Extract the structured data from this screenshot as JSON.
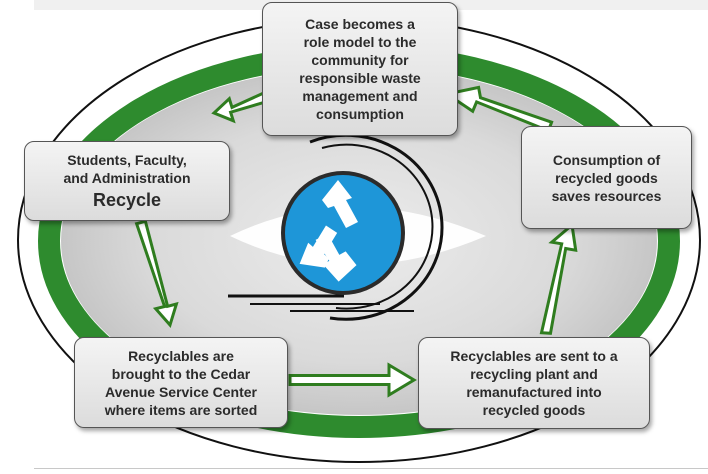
{
  "steps": {
    "top": {
      "lines": [
        "Case becomes a",
        "role model to the",
        "community for",
        "responsible waste",
        "management and",
        "consumption"
      ]
    },
    "left": {
      "lines": [
        "Students, Faculty,",
        "and Administration"
      ],
      "emphasis": "Recycle"
    },
    "right": {
      "lines": [
        "Consumption of",
        "recycled goods",
        "saves resources"
      ]
    },
    "bottom_left": {
      "lines": [
        "Recyclables are",
        "brought to the Cedar",
        "Avenue Service Center",
        "where items are sorted"
      ]
    },
    "bottom_right": {
      "lines": [
        "Recyclables are sent to a",
        "recycling plant and",
        "remanufactured into",
        "recycled goods"
      ]
    }
  },
  "center_icon": "recycle-symbol-icon",
  "colors": {
    "ring_green": "#2e8b2e",
    "arrow_green": "#2f7d1f",
    "inner_gray": "#d4d4d4",
    "icon_blue": "#1e96d8"
  }
}
